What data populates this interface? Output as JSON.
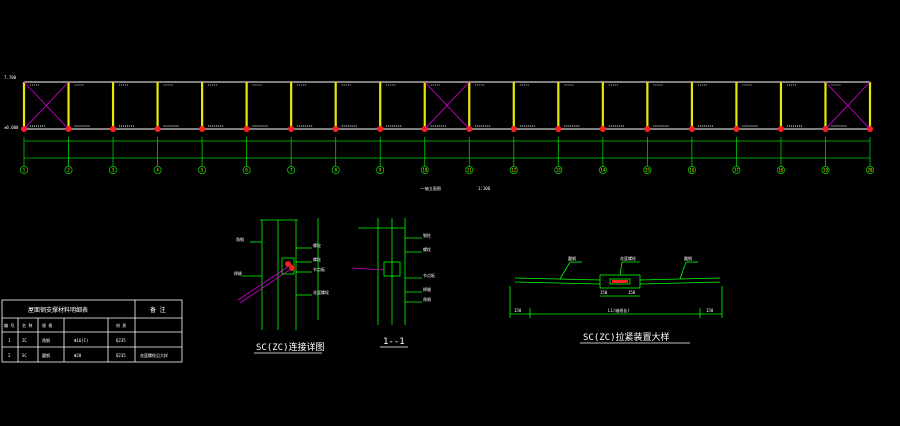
{
  "elevation": {
    "level_top": "7.700",
    "level_bottom": "±0.000",
    "axis_count": 20,
    "braced_bays": [
      0,
      9,
      18
    ],
    "axis_labels": [
      "1",
      "2",
      "3",
      "4",
      "5",
      "6",
      "7",
      "8",
      "9",
      "10",
      "11",
      "12",
      "13",
      "14",
      "15",
      "16",
      "17",
      "18",
      "19",
      "20"
    ],
    "caption": "——轴立面图",
    "scale": "1:100"
  },
  "detail_sc": {
    "title": "SC(ZC)连接详图",
    "labels": [
      "角钢",
      "螺栓",
      "螺栓",
      "节点板",
      "花篮螺栓",
      "焊缝"
    ]
  },
  "section_11": {
    "title": "1--1",
    "labels": [
      "钢柱",
      "螺栓",
      "节点板",
      "焊缝",
      "角钢"
    ]
  },
  "detail_zc": {
    "title": "SC(ZC)拉紧装置大样",
    "labels": [
      "圆钢",
      "花篮螺栓",
      "圆钢"
    ],
    "dims": [
      "150",
      "150",
      "150",
      "150",
      "L1(轴线长)"
    ]
  },
  "table": {
    "title": "屋面钢支撑材料明细表",
    "header_note": "备 注",
    "columns": [
      "编 号",
      "名 称",
      "规 格",
      "材 质",
      ""
    ],
    "rows": [
      [
        "1",
        "ZC",
        "角钢",
        "Φ16(C)",
        "Q235"
      ],
      [
        "2",
        "SC",
        "圆钢",
        "Φ20",
        "Q235"
      ]
    ],
    "row2_note": "花篮螺栓见大样"
  },
  "colors": {
    "background": "#000000",
    "frame": "#ffffff",
    "column": "#e8e800",
    "brace": "#d000d0",
    "dimension": "#00cc00",
    "base": "#ff2020",
    "detail": "#00ff00",
    "text": "#ffffff"
  }
}
